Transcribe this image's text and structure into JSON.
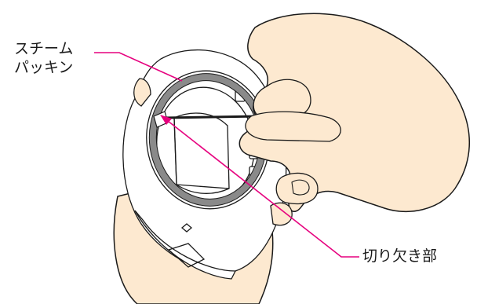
{
  "labels": {
    "steam_packing_line1": "スチーム",
    "steam_packing_line2": "パッキン",
    "notch": "切り欠き部"
  },
  "colors": {
    "skin_fill": "#fde9d0",
    "outline": "#1a1a1a",
    "part_fill": "#ffffff",
    "gasket": "#8a8a8a",
    "leader_line": "#e6007e"
  }
}
